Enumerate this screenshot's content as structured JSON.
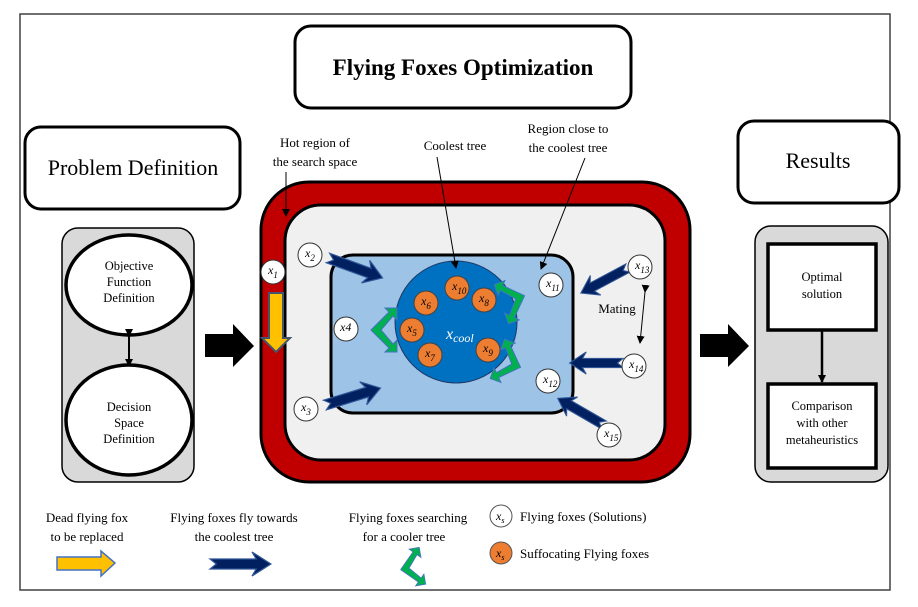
{
  "title": "Flying Foxes Optimization",
  "problem_definition": {
    "heading": "Problem Definition",
    "items": [
      [
        "Objective",
        "Function",
        "Definition"
      ],
      [
        "Decision",
        "Space",
        "Definition"
      ]
    ]
  },
  "results": {
    "heading": "Results",
    "items": [
      [
        "Optimal",
        "solution"
      ],
      [
        "Comparison",
        "with other",
        "metaheuristics"
      ]
    ]
  },
  "annotations": {
    "hot_region": [
      "Hot region of",
      "the search space"
    ],
    "coolest_tree": "Coolest tree",
    "region_close": [
      "Region close to",
      "the coolest tree"
    ],
    "mating": "Mating",
    "cool_label": "x",
    "cool_sub": "cool"
  },
  "foxes": {
    "white": [
      {
        "base": "x",
        "sub": "1"
      },
      {
        "base": "x",
        "sub": "2"
      },
      {
        "base": "x",
        "sub": "3"
      },
      {
        "base": "x4",
        "sub": ""
      },
      {
        "base": "x",
        "sub": "11"
      },
      {
        "base": "x",
        "sub": "12"
      },
      {
        "base": "x",
        "sub": "13"
      },
      {
        "base": "x",
        "sub": "14"
      },
      {
        "base": "x",
        "sub": "15"
      }
    ],
    "orange": [
      {
        "base": "x",
        "sub": "10"
      },
      {
        "base": "x",
        "sub": "6"
      },
      {
        "base": "x",
        "sub": "8"
      },
      {
        "base": "x",
        "sub": "5"
      },
      {
        "base": "x",
        "sub": "7"
      },
      {
        "base": "x",
        "sub": "9"
      }
    ]
  },
  "legend": {
    "dead": [
      "Dead flying fox",
      "to be replaced"
    ],
    "fly": [
      "Flying foxes fly towards",
      "the coolest tree"
    ],
    "search": [
      "Flying foxes searching",
      "for a cooler tree"
    ],
    "solutions": "Flying foxes (Solutions)",
    "suffocating": "Suffocating Flying foxes",
    "symbol_base": "x",
    "symbol_sub": "s"
  },
  "colors": {
    "hot_red": "#c00000",
    "light_gray": "#f0f0f0",
    "panel_gray": "#d9d9d9",
    "light_blue": "#9dc3e6",
    "cool_blue": "#0070c0",
    "orange": "#ed7d31",
    "navy": "#002060",
    "green": "#00b050",
    "yellow": "#ffc000"
  }
}
